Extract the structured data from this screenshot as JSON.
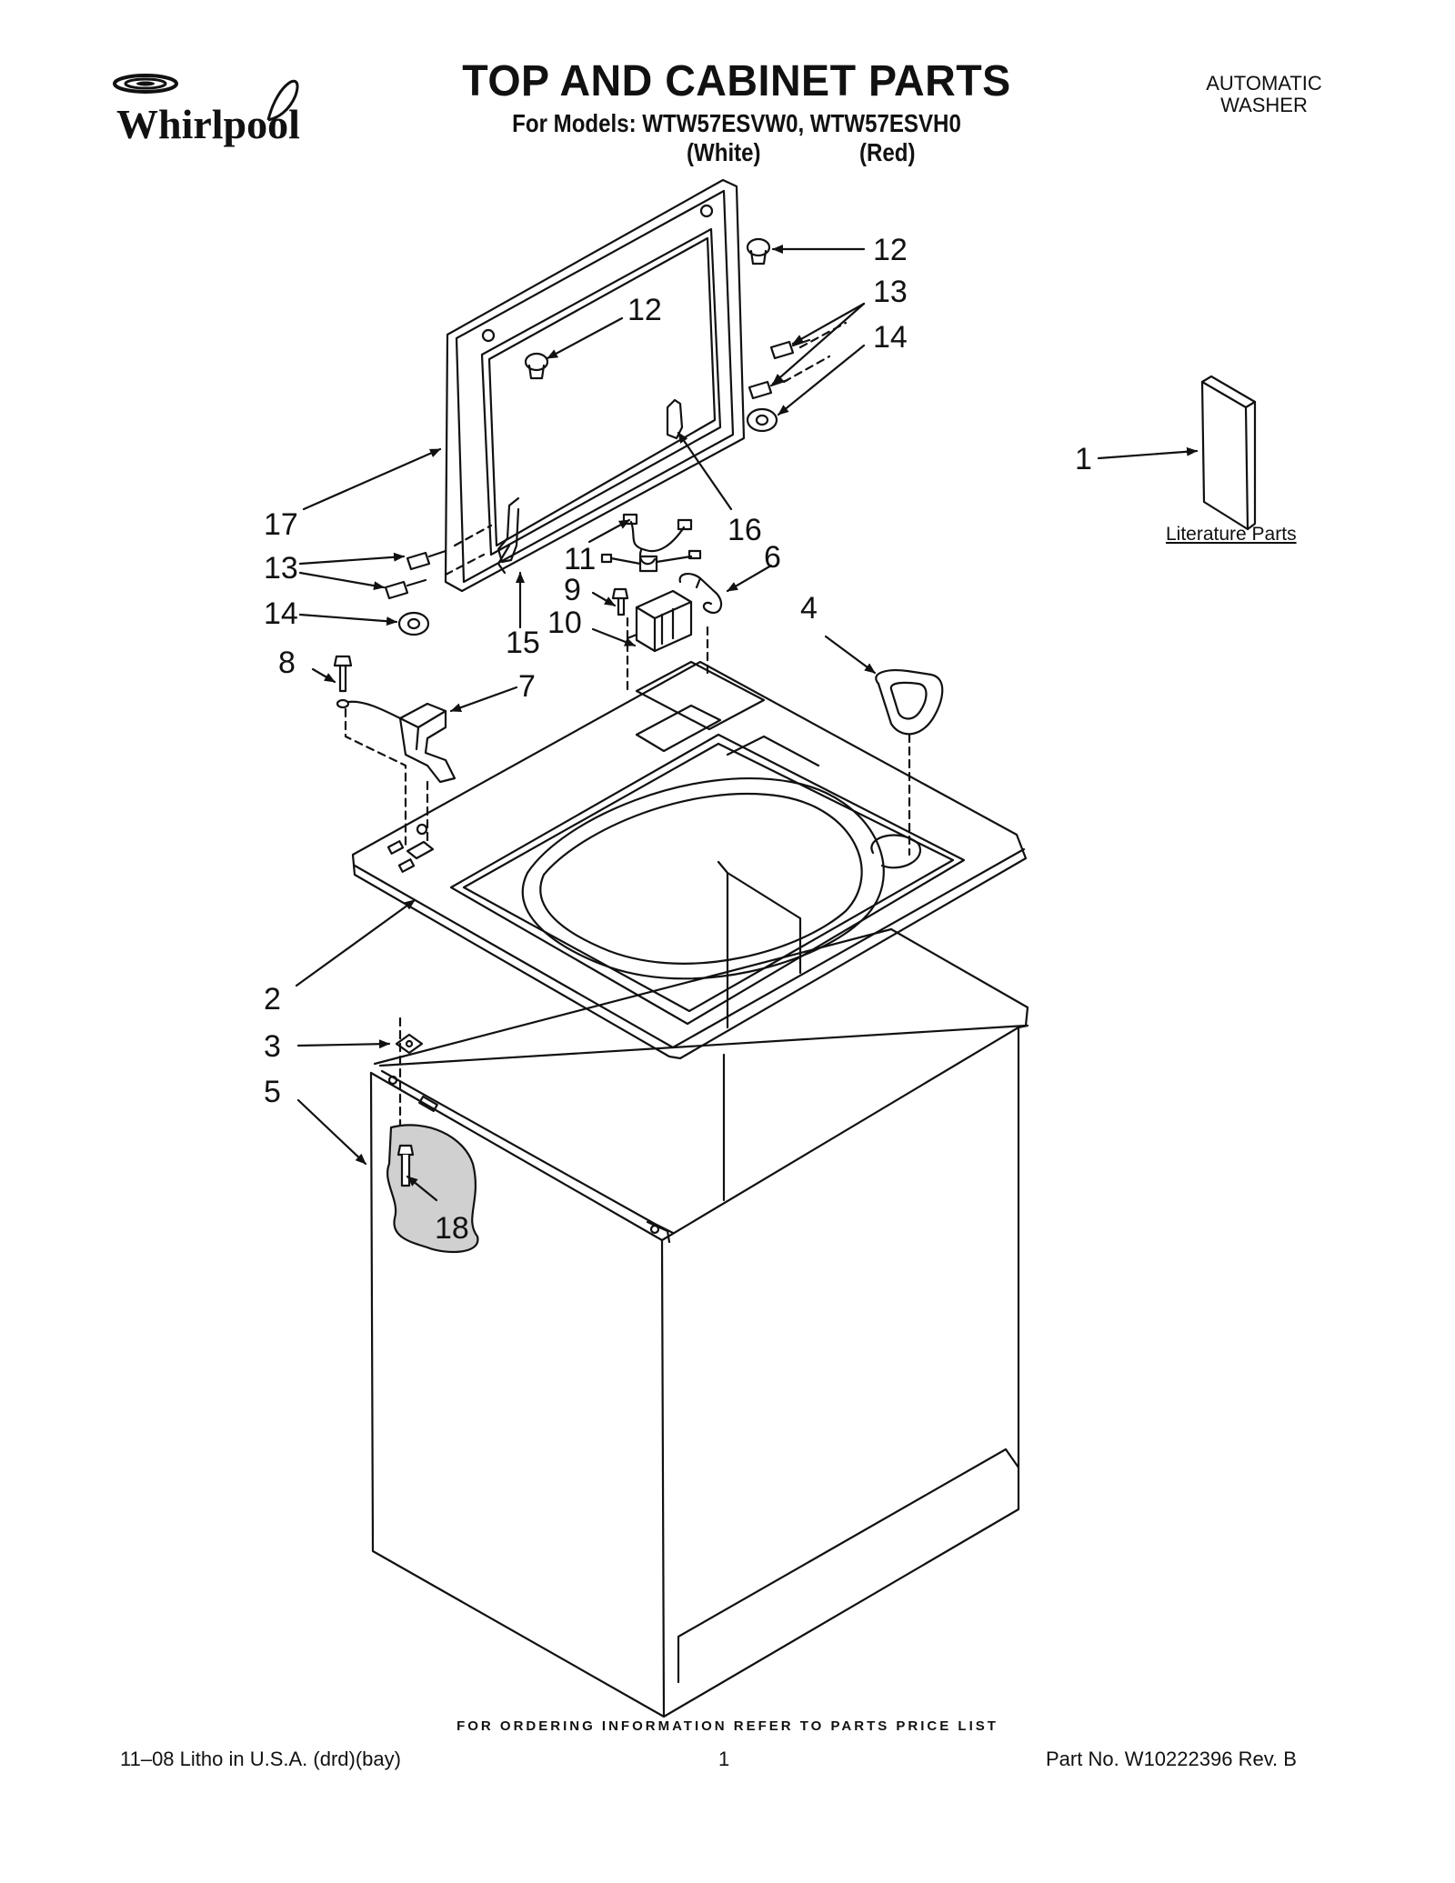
{
  "header": {
    "brand": "Whirlpool",
    "title": "TOP AND CABINET PARTS",
    "subtitle": "For Models: WTW57ESVW0, WTW57ESVH0",
    "color_white": "(White)",
    "color_red": "(Red)",
    "product_line1": "AUTOMATIC",
    "product_line2": "WASHER"
  },
  "diagram": {
    "literature_label": "Literature Parts",
    "callouts": [
      "12",
      "12",
      "13",
      "14",
      "1",
      "17",
      "16",
      "11",
      "6",
      "13",
      "9",
      "14",
      "10",
      "15",
      "4",
      "8",
      "7",
      "2",
      "3",
      "5",
      "18"
    ]
  },
  "footer": {
    "ordering_note": "FOR ORDERING INFORMATION REFER TO PARTS PRICE LIST",
    "litho": "11–08 Litho in U.S.A. (drd)(bay)",
    "page": "1",
    "part_no": "Part No. W10222396 Rev. B"
  }
}
